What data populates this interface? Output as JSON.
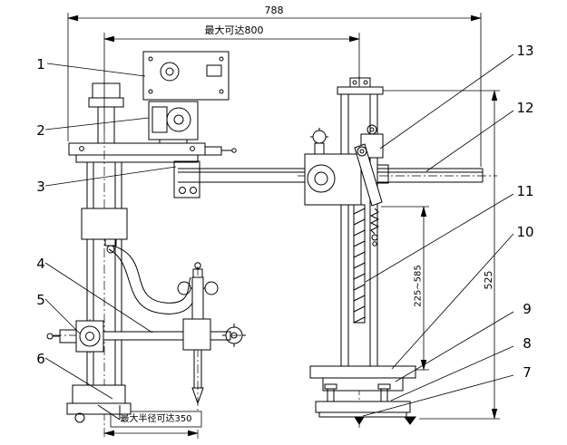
{
  "figure": {
    "type": "engineering-drawing",
    "callouts": [
      "1",
      "2",
      "3",
      "4",
      "5",
      "6",
      "7",
      "8",
      "9",
      "10",
      "11",
      "12",
      "13"
    ],
    "dimensions": {
      "top_overall": "788",
      "max_reach": "最大可达800",
      "right_overall": "525",
      "height_range": "225~585",
      "max_radius": "最大半径可达350"
    }
  }
}
